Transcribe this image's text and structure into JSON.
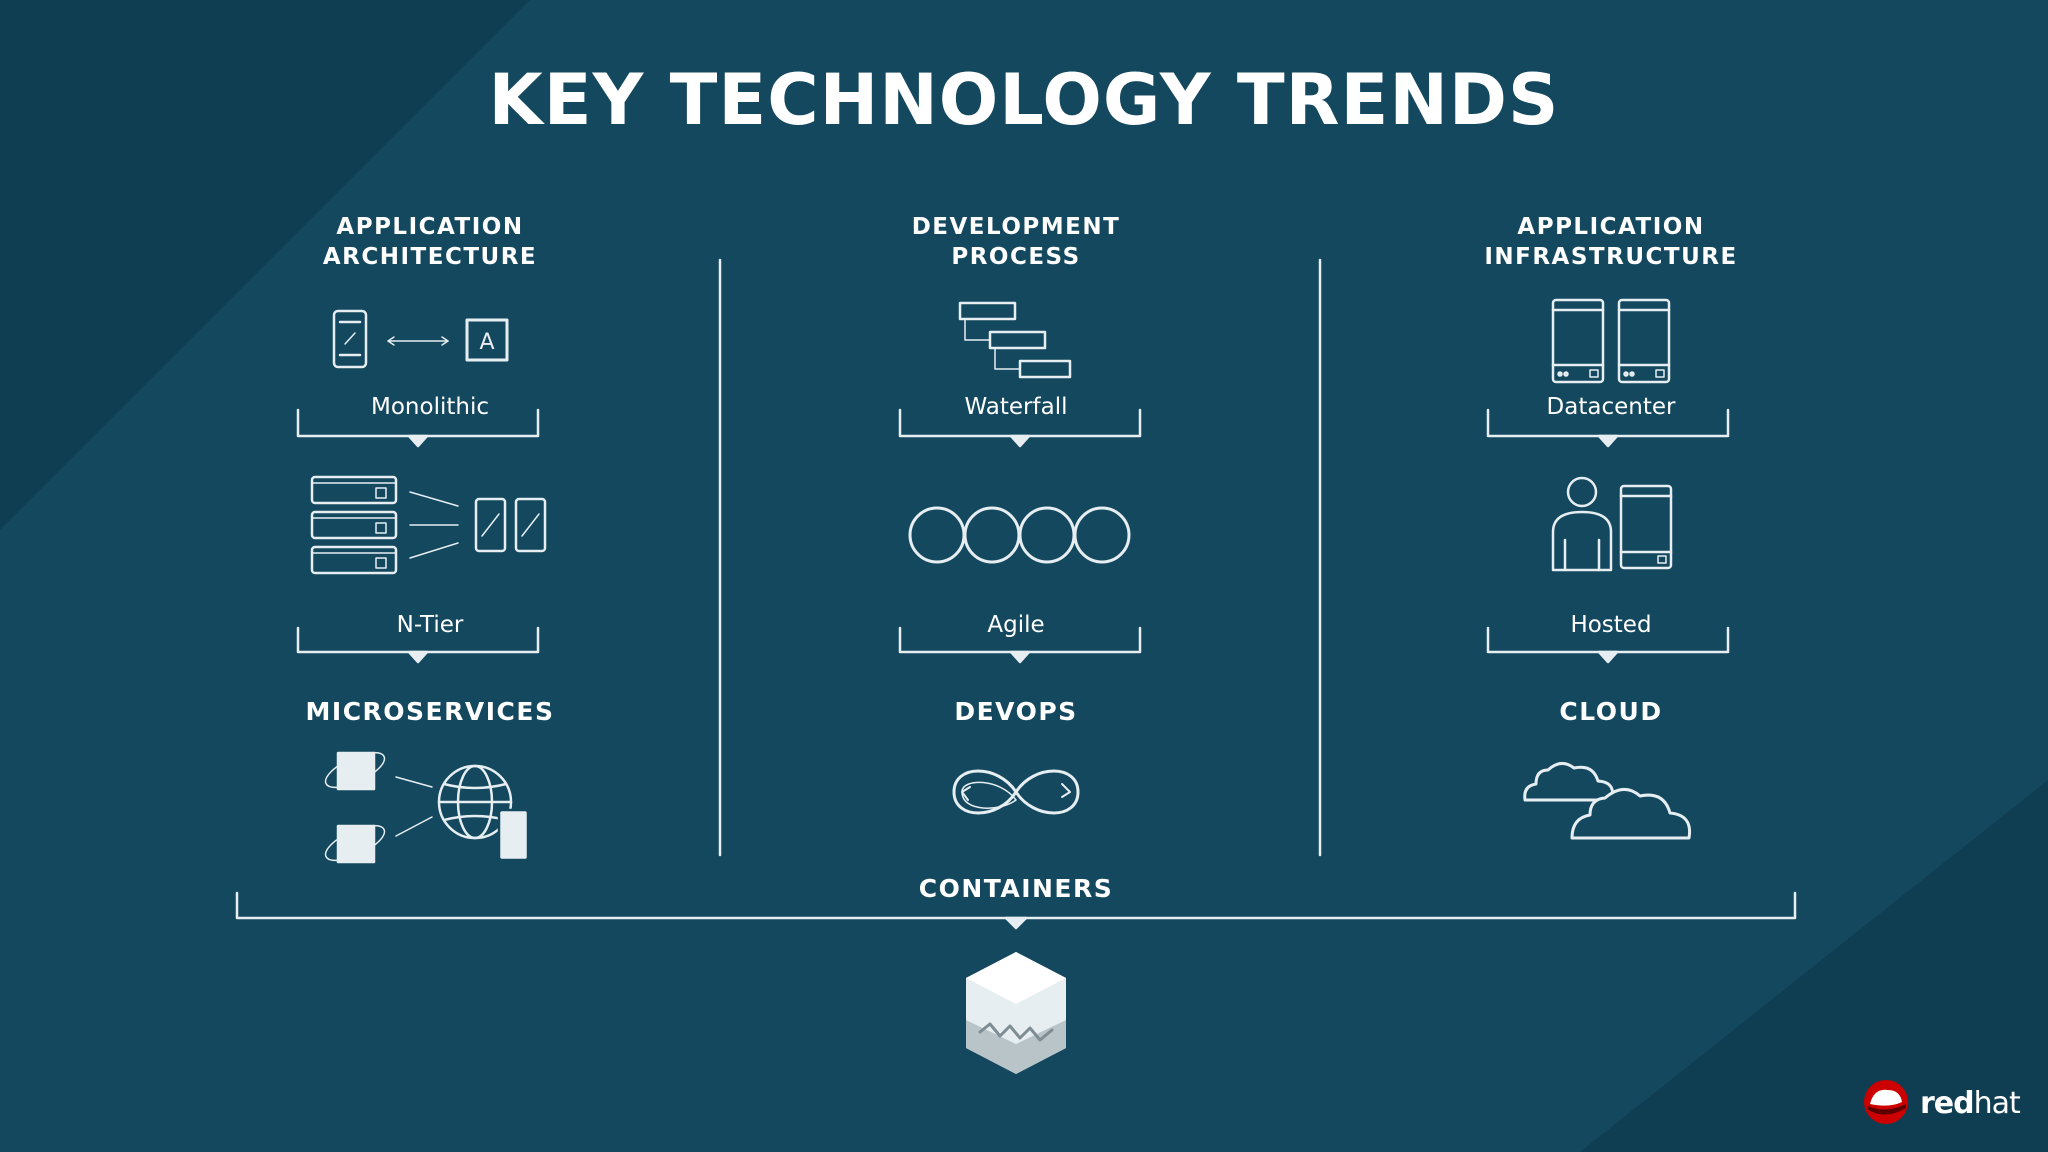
{
  "title": "KEY TECHNOLOGY TRENDS",
  "columns": [
    {
      "heading_line1": "APPLICATION",
      "heading_line2": "ARCHITECTURE",
      "stage1": "Monolithic",
      "stage2": "N-Tier",
      "outcome": "MICROSERVICES"
    },
    {
      "heading_line1": "DEVELOPMENT",
      "heading_line2": "PROCESS",
      "stage1": "Waterfall",
      "stage2": "Agile",
      "outcome": "DEVOPS"
    },
    {
      "heading_line1": "APPLICATION",
      "heading_line2": "INFRASTRUCTURE",
      "stage1": "Datacenter",
      "stage2": "Hosted",
      "outcome": "CLOUD"
    }
  ],
  "monolith_box_letter": "A",
  "footer_label": "CONTAINERS",
  "logo": {
    "word_bold": "red",
    "word_light": "hat"
  },
  "colors": {
    "background": "#14485e",
    "background_dark": "#0f3d52",
    "line": "#e6eef2",
    "logo_red": "#cc0000"
  },
  "icons": [
    "phone-to-app-icon",
    "waterfall-steps-icon",
    "datacenter-servers-icon",
    "ntier-servers-phones-icon",
    "agile-loops-icon",
    "hosted-person-server-icon",
    "microservices-globe-icon",
    "devops-infinity-icon",
    "cloud-icon",
    "container-cube-icon"
  ]
}
